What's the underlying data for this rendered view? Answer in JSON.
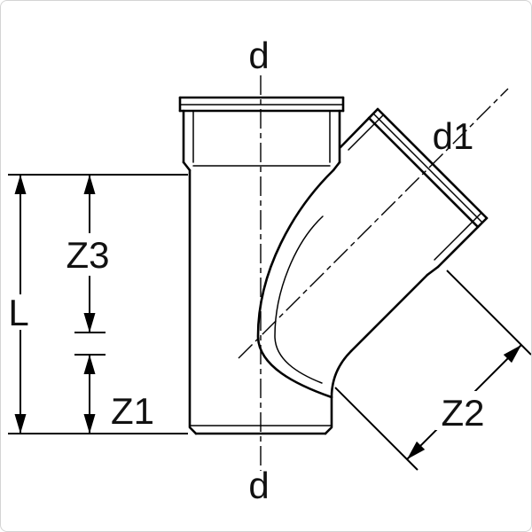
{
  "figure": {
    "labels": {
      "d_top": "d",
      "d_bottom": "d",
      "d1": "d1",
      "L": "L",
      "Z1": "Z1",
      "Z2": "Z2",
      "Z3": "Z3"
    },
    "colors": {
      "line": "#000000",
      "background": "#ffffff"
    }
  }
}
